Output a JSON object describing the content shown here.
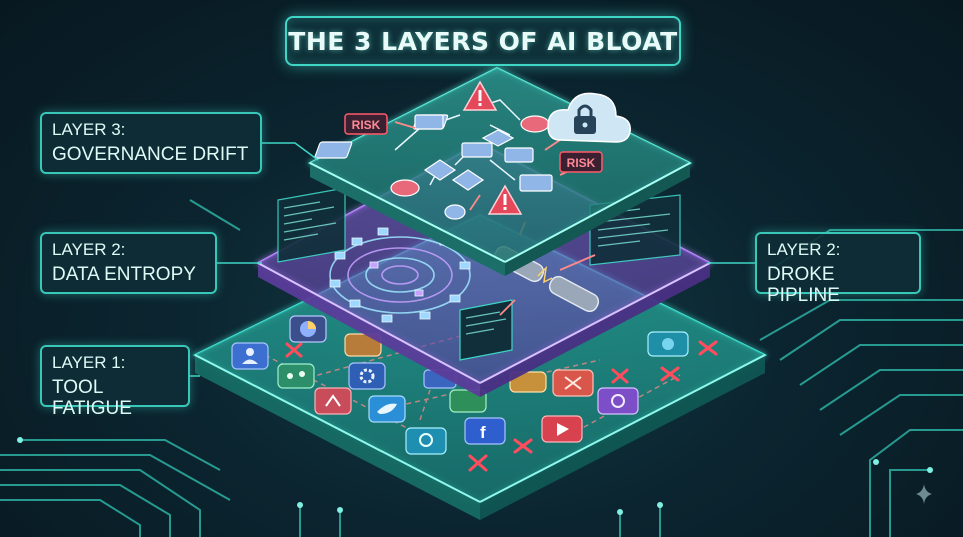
{
  "title": "THE 3 LAYERS OF AI BLOAT",
  "labels": {
    "layer3": {
      "line1": "LAYER 3:",
      "line2": "GOVERNANCE DRIFT"
    },
    "layer2_left": {
      "line1": "LAYER 2:",
      "line2": "DATA ENTROPY"
    },
    "layer2_right": {
      "line1": "LAYER 2:",
      "line2": "DROKE PIPLINE"
    },
    "layer1": {
      "line1": "LAYER 1:",
      "line2": "TOOL FATIGUE"
    }
  },
  "badges": {
    "risk_left": "RISK",
    "risk_right": "RISK"
  },
  "icons": [
    "warning-icon",
    "cloud-lock-icon",
    "broken-pipe-icon",
    "close-icon",
    "twitter-icon",
    "facebook-icon",
    "youtube-icon",
    "settings-icon",
    "user-icon",
    "sparkle-icon"
  ],
  "colors": {
    "accent": "#3fd6c6",
    "layer3": "#2b8f86",
    "layer2": "#8a5bd6",
    "layer1": "#25a99c",
    "risk": "#ff5a6a",
    "background": "#0b2530"
  }
}
